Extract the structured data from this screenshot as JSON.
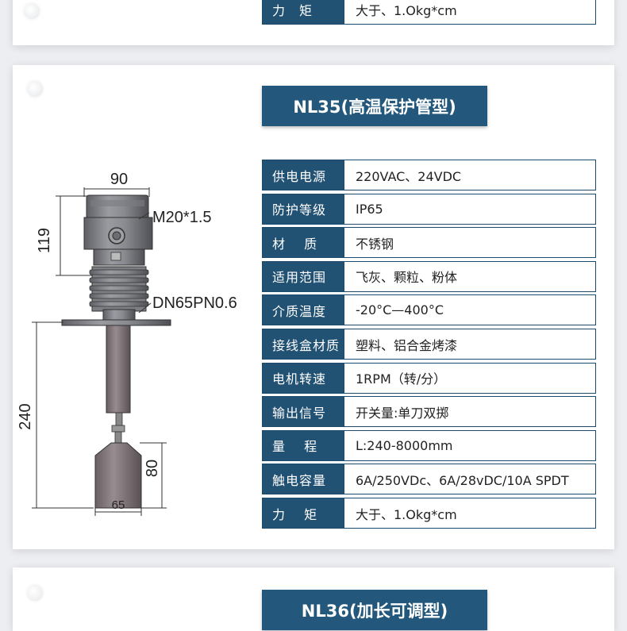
{
  "top_section": {
    "row": {
      "label": "力　矩",
      "value": "大于、1.Okg*cm"
    }
  },
  "main_section": {
    "title": "NL35(高温保护管型)",
    "specs": [
      {
        "label": "供电电源",
        "value": "220VAC、24VDC"
      },
      {
        "label": "防护等级",
        "value": "IP65"
      },
      {
        "label": "材　 质",
        "value": "不锈钢"
      },
      {
        "label": "适用范围",
        "value": "飞灰、颗粒、粉体"
      },
      {
        "label": "介质温度",
        "value": "-20°C—400°C"
      },
      {
        "label": "接线盒材质",
        "value": "塑料、铝合金烤漆"
      },
      {
        "label": "电机转速",
        "value": " 1RPM（转/分）"
      },
      {
        "label": "输出信号",
        "value": "开关量:单刀双掷"
      },
      {
        "label": "量　 程",
        "value": "L:240-8000mm"
      },
      {
        "label": "触电容量",
        "value": "6A/250VDc、6A/28vDC/10A SPDT"
      },
      {
        "label": "力　 矩",
        "value": "大于、1.Okg*cm"
      }
    ],
    "diagram": {
      "dim_width": "90",
      "dim_thread": "M20*1.5",
      "dim_head_height": "119",
      "dim_flange": "DN65PN0.6",
      "dim_length": "240",
      "dim_blade_height": "80",
      "dim_blade_width": "65"
    }
  },
  "bottom_section": {
    "title": "NL36(加长可调型)"
  },
  "colors": {
    "label_bg": "#215173",
    "title_bg": "#23587c",
    "border": "#1e4a6b",
    "page_bg": "#eceef1"
  }
}
